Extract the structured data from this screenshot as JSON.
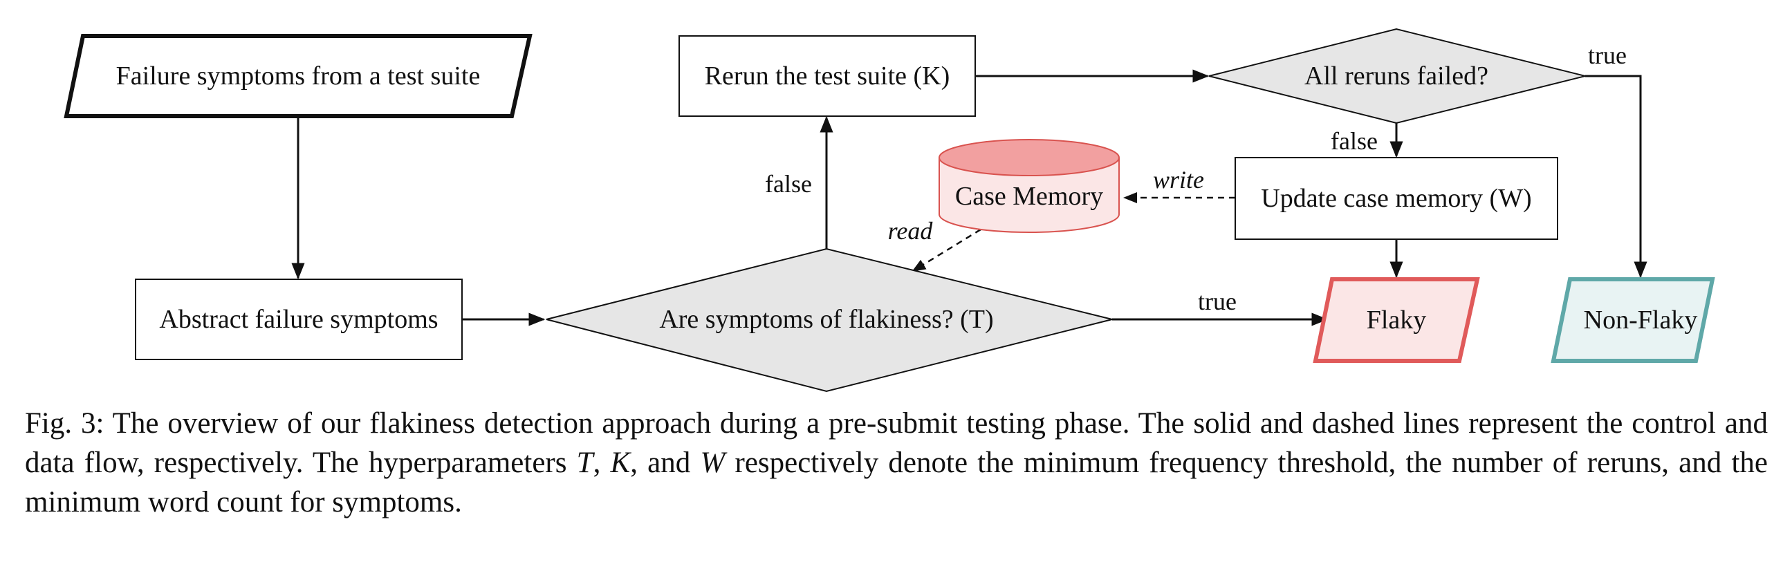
{
  "figure": {
    "nodes": {
      "input": "Failure symptoms from a test suite",
      "abstract": "Abstract failure symptoms",
      "decision_flaky": "Are symptoms of flakiness? (T)",
      "rerun": "Rerun the test suite (K)",
      "memory": "Case Memory",
      "all_failed": "All reruns failed?",
      "update": "Update case memory (W)",
      "flaky": "Flaky",
      "non_flaky": "Non-Flaky"
    },
    "edge_labels": {
      "decision_false": "false",
      "decision_true": "true",
      "reruns_false": "false",
      "reruns_true": "true",
      "read": "read",
      "write": "write"
    },
    "colors": {
      "decision_fill": "#e6e6e6",
      "memory_fill": "#fbe6e6",
      "memory_top": "#f2a0a0",
      "memory_stroke": "#d9534f",
      "flaky_fill": "#fbe6e6",
      "flaky_stroke": "#e05a5a",
      "nonflaky_fill": "#e8f3f3",
      "nonflaky_stroke": "#5fa8a8"
    }
  },
  "caption": {
    "prefix": "Fig. 3: The overview of our flakiness detection approach during a pre-submit testing phase. The solid and dashed lines represent the control and data flow, respectively. The hyperparameters ",
    "var_t": "T",
    "sep1": ", ",
    "var_k": "K",
    "sep2": ", and ",
    "var_w": "W",
    "suffix": " respectively denote the minimum frequency threshold, the number of reruns, and the minimum word count for symptoms."
  }
}
